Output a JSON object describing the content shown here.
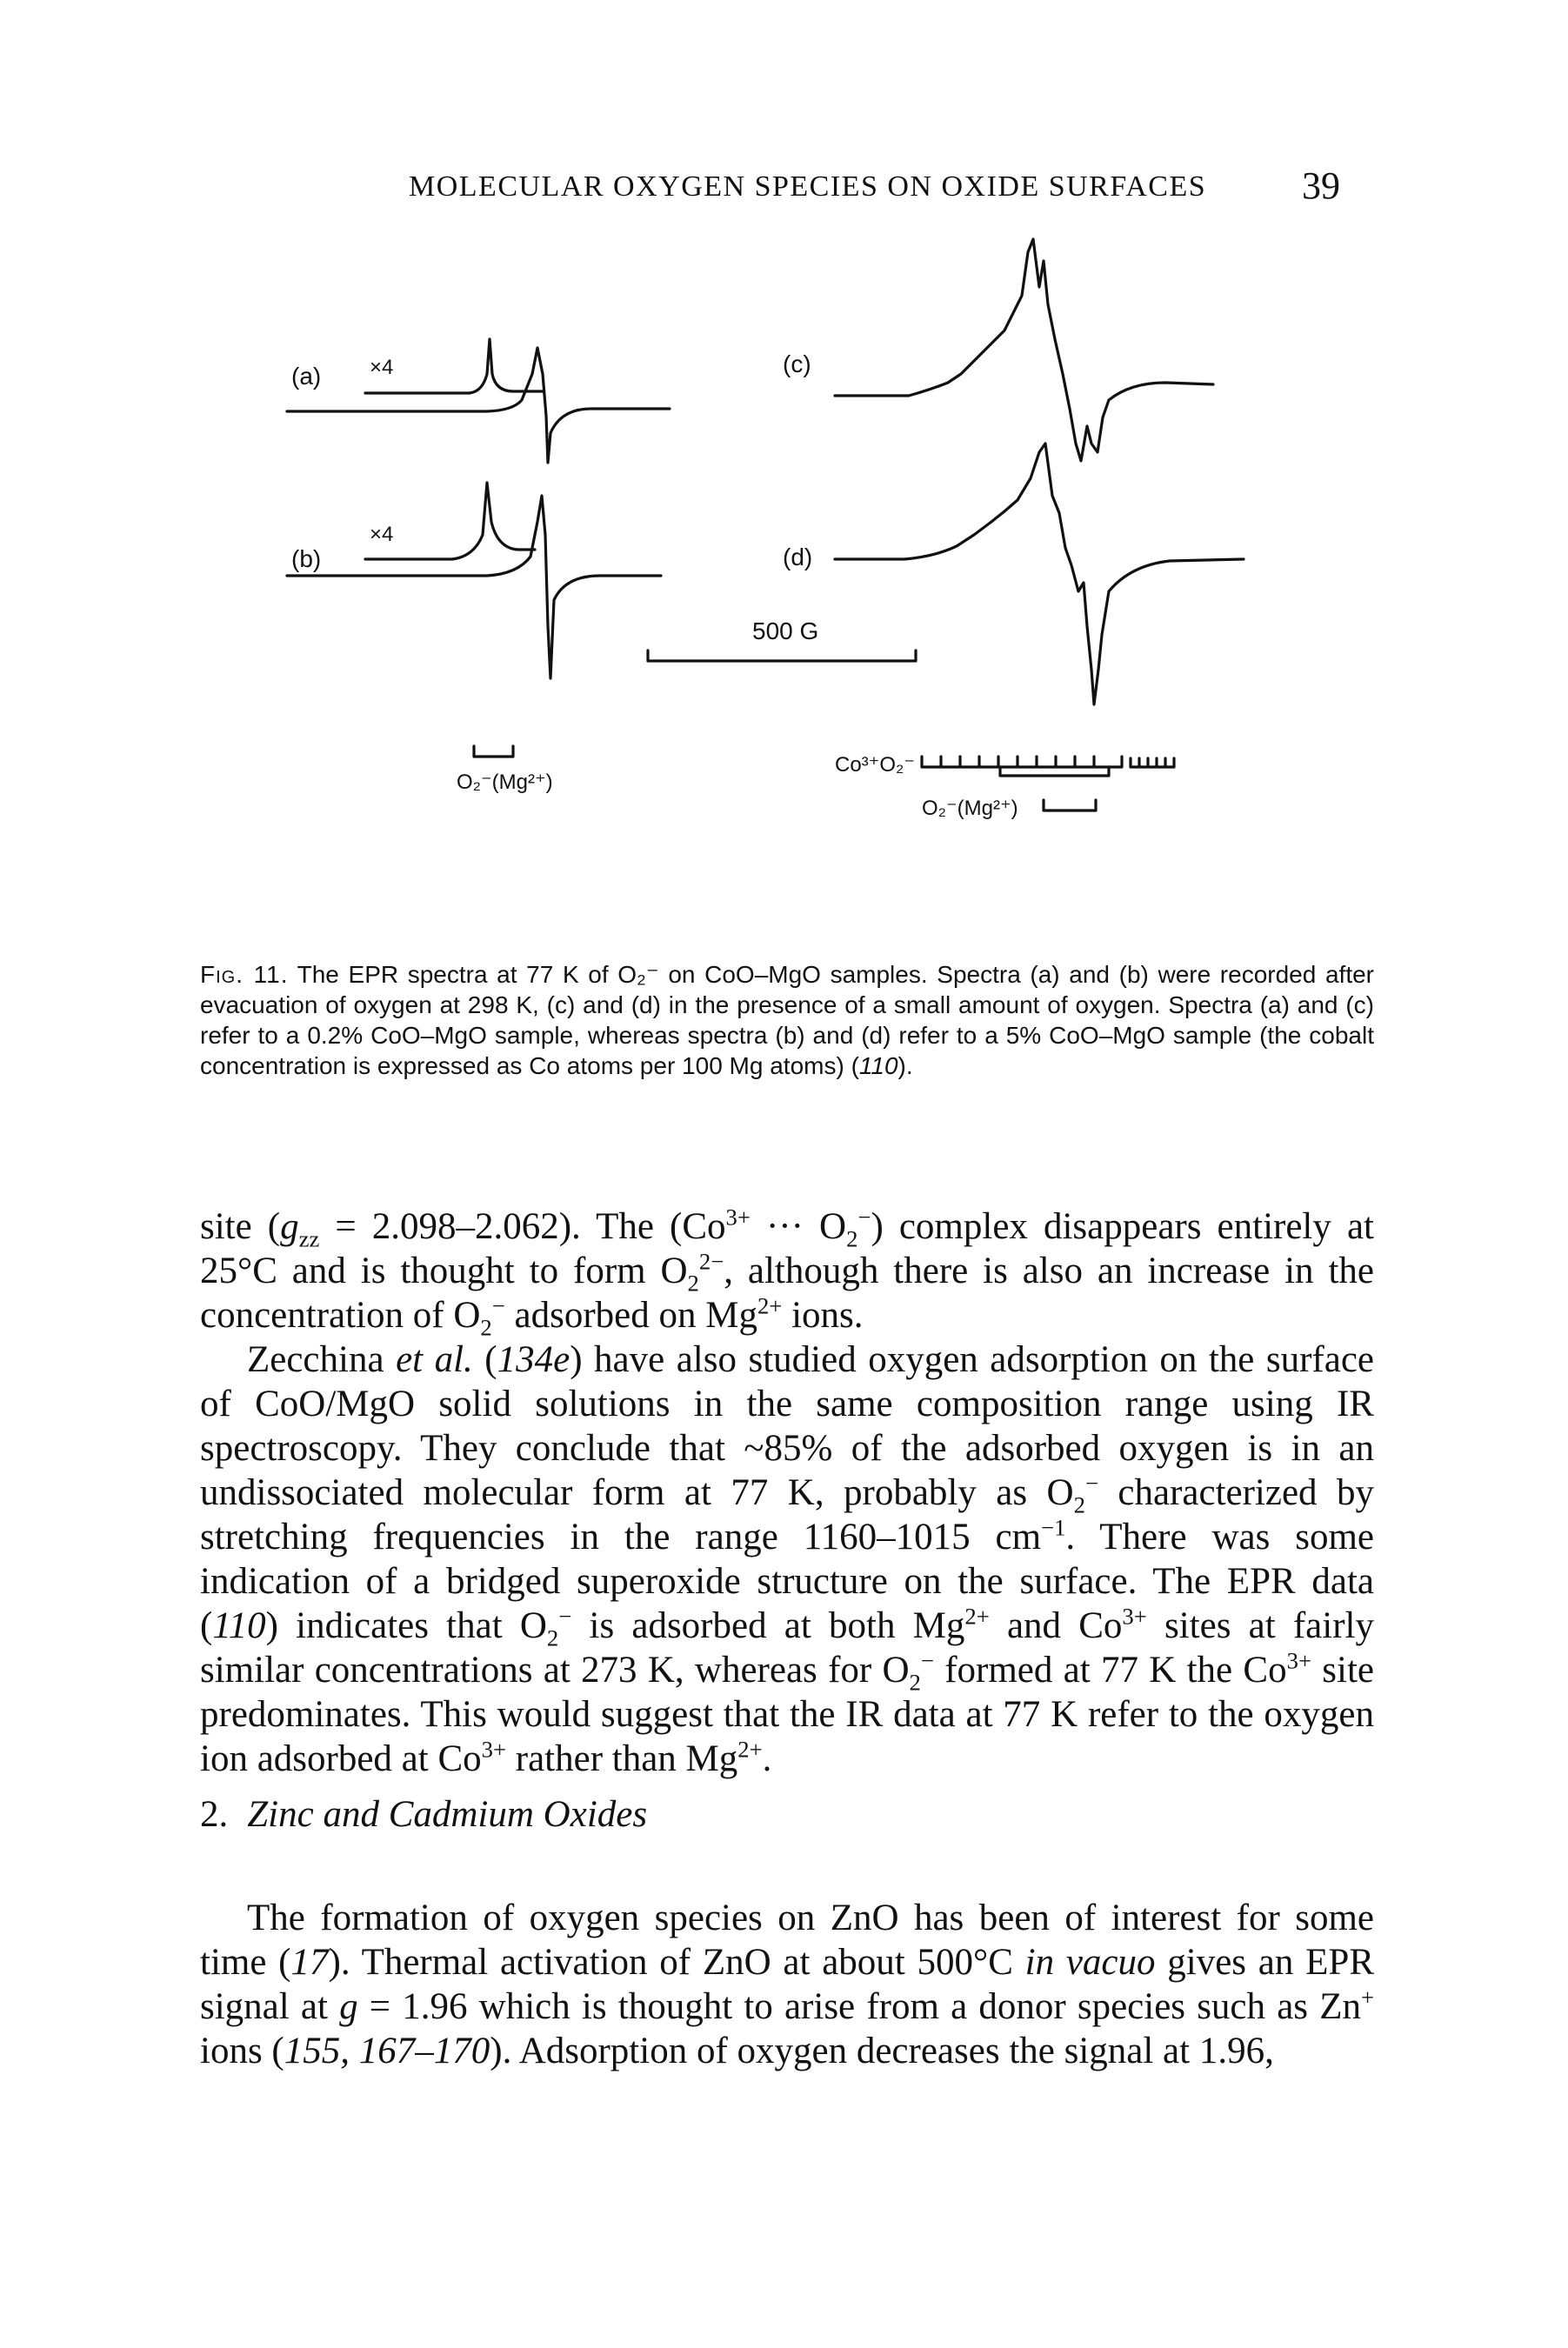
{
  "header": {
    "running_title": "MOLECULAR OXYGEN SPECIES ON OXIDE SURFACES",
    "page_number": "39"
  },
  "figure": {
    "labels": {
      "a": "(a)",
      "b": "(b)",
      "c": "(c)",
      "d": "(d)",
      "gain_a": "×4",
      "gain_b": "×4",
      "scale": "500 G",
      "marker_mg_left": "O₂⁻(Mg²⁺)",
      "marker_co": "Co³⁺O₂⁻",
      "marker_mg_right": "O₂⁻(Mg²⁺)"
    }
  },
  "caption": {
    "label": "Fig. 11.",
    "text": "The EPR spectra at 77 K of O₂⁻ on CoO–MgO samples. Spectra (a) and (b) were recorded after evacuation of oxygen at 298 K, (c) and (d) in the presence of a small amount of oxygen. Spectra (a) and (c) refer to a 0.2% CoO–MgO sample, whereas spectra (b) and (d) refer to a 5% CoO–MgO sample (the cobalt concentration is expressed as Co atoms per 100 Mg atoms) (",
    "ref": "110",
    "end": ")."
  },
  "body": {
    "p1_a": "site (",
    "p1_g": "g",
    "p1_zz": "zz",
    "p1_b": " = 2.098–2.062). The (Co",
    "p1_sup1": "3+",
    "p1_c": " ··· O",
    "p1_sub1": "2",
    "p1_sup2": "−",
    "p1_d": ") complex disappears entirely at 25°C and is thought to form O",
    "p1_sub2": "2",
    "p1_sup3": "2−",
    "p1_e": ", although there is also an increase in the concentration of O",
    "p1_sub3": "2",
    "p1_sup4": "−",
    "p1_f": " adsorbed on Mg",
    "p1_sup5": "2+",
    "p1_g2": " ions.",
    "p2_a": "Zecchina ",
    "p2_etal": "et al.",
    "p2_b": " (",
    "p2_ref1": "134e",
    "p2_c": ") have also studied oxygen adsorption on the surface of CoO/MgO solid solutions in the same composition range using IR spectroscopy. They conclude that ~85% of the adsorbed oxygen is in an undissociated molecular form at 77 K, probably as O",
    "p2_sub1": "2",
    "p2_sup1": "−",
    "p2_d": " characterized by stretching frequencies in the range 1160–1015 cm",
    "p2_sup2": "−1",
    "p2_e": ". There was some indication of a bridged superoxide structure on the surface. The EPR data (",
    "p2_ref2": "110",
    "p2_f": ") indicates that O",
    "p2_sub2": "2",
    "p2_sup3": "−",
    "p2_g": " is adsorbed at both Mg",
    "p2_sup4": "2+",
    "p2_h": " and Co",
    "p2_sup5": "3+",
    "p2_i": " sites at fairly similar concentrations at 273 K, whereas for O",
    "p2_sub3": "2",
    "p2_sup6": "−",
    "p2_j": " formed at 77 K the Co",
    "p2_sup7": "3+",
    "p2_k": " site predominates. This would suggest that the IR data at 77 K refer to the oxygen ion adsorbed at Co",
    "p2_sup8": "3+",
    "p2_l": " rather than Mg",
    "p2_sup9": "2+",
    "p2_m": "."
  },
  "section": {
    "number": "2.",
    "title": "Zinc and Cadmium Oxides"
  },
  "body2": {
    "p3_a": "The formation of oxygen species on ZnO has been of interest for some time (",
    "p3_ref1": "17",
    "p3_b": "). Thermal activation of ZnO at about 500°C ",
    "p3_invacuo": "in vacuo",
    "p3_c": " gives an EPR signal at ",
    "p3_g": "g",
    "p3_d": " = 1.96 which is thought to arise from a donor species such as Zn",
    "p3_sup1": "+",
    "p3_e": " ions (",
    "p3_ref2": "155, 167–170",
    "p3_f": "). Adsorption of oxygen decreases the signal at 1.96,"
  }
}
